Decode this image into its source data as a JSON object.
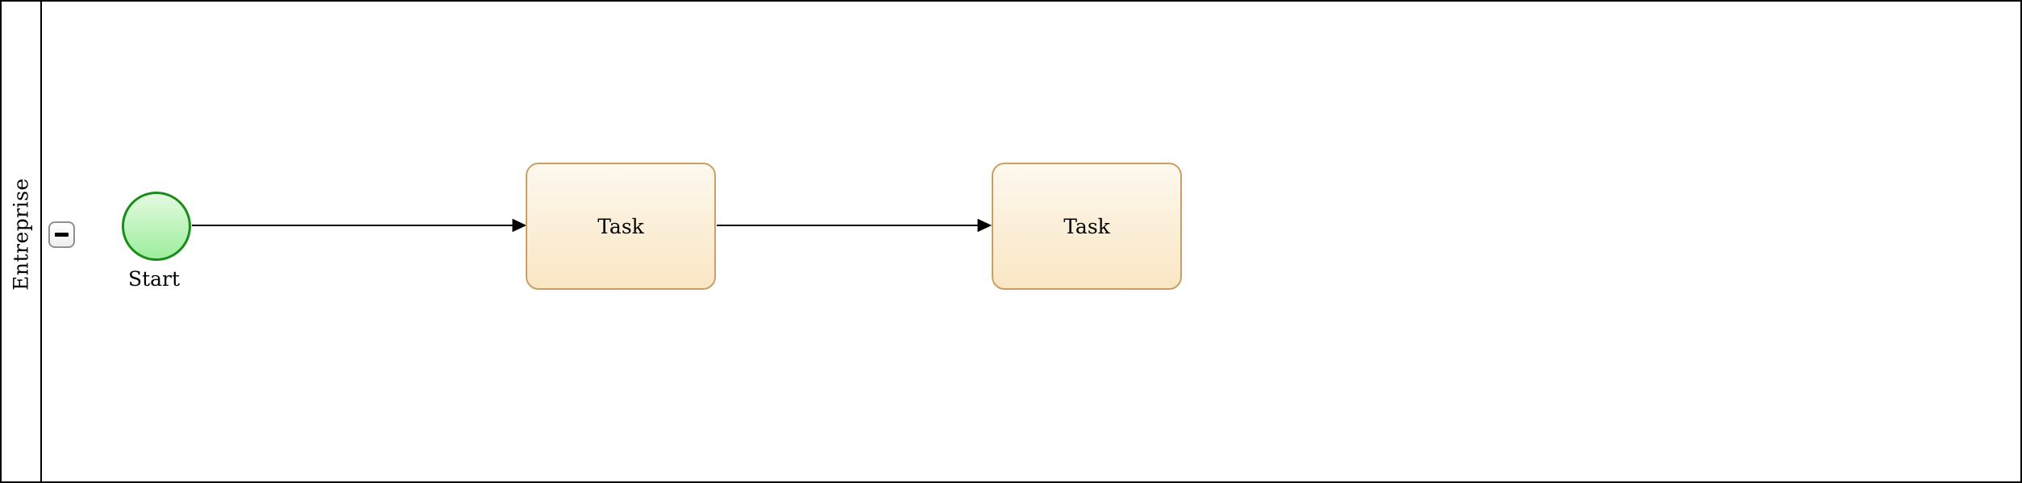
{
  "pool": {
    "label": "Entreprise",
    "collapse_icon": "minus"
  },
  "start_event": {
    "label": "Start"
  },
  "tasks": [
    {
      "label": "Task"
    },
    {
      "label": "Task"
    }
  ],
  "colors": {
    "pool_border": "#000000",
    "connector": "#000000",
    "event_border": "#1A8C1A",
    "event_fill_top": "#E4FAE0",
    "event_fill_bottom": "#9CEE9C",
    "task_border": "#C9A064",
    "task_fill_top": "#FDF8EE",
    "task_fill_bottom": "#FAE6C4",
    "collapse_border": "#8F8F8F",
    "collapse_fill_top": "#FFFFFF",
    "collapse_fill_bottom": "#EFEFEF"
  }
}
